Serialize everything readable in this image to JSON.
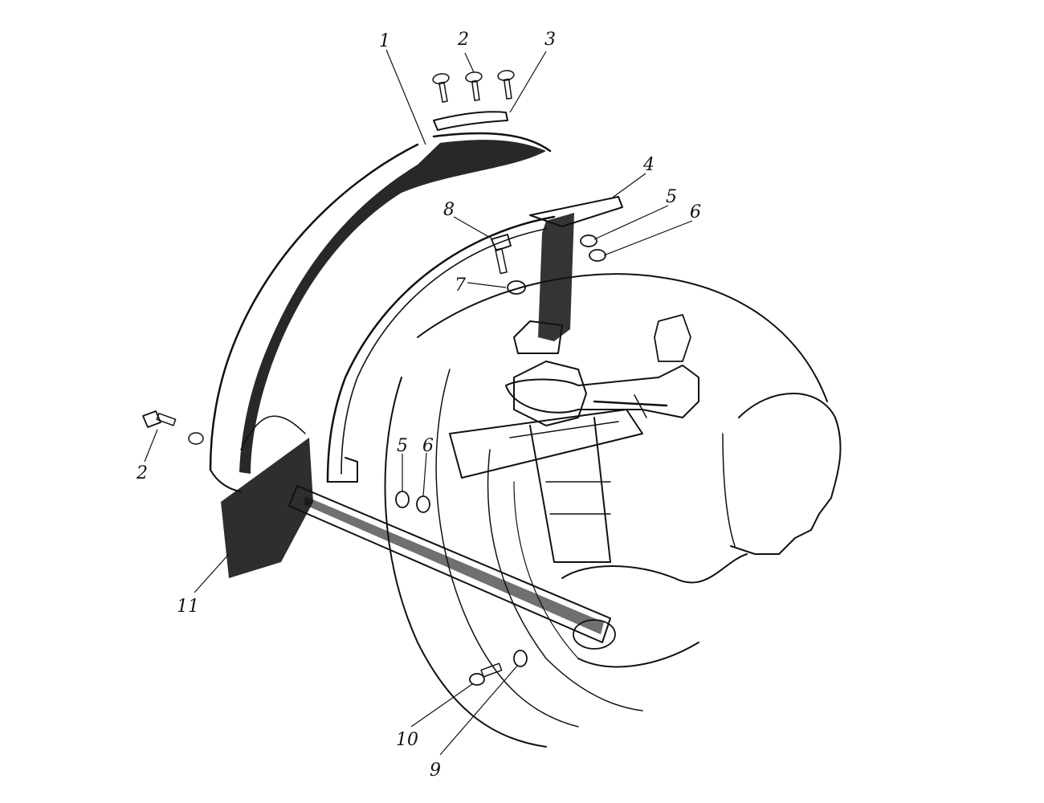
{
  "diagram": {
    "callouts": [
      {
        "id": "c1",
        "label": "1"
      },
      {
        "id": "c2a",
        "label": "2"
      },
      {
        "id": "c3",
        "label": "3"
      },
      {
        "id": "c4",
        "label": "4"
      },
      {
        "id": "c5a",
        "label": "5"
      },
      {
        "id": "c6a",
        "label": "6"
      },
      {
        "id": "c7",
        "label": "7"
      },
      {
        "id": "c8",
        "label": "8"
      },
      {
        "id": "c2b",
        "label": "2"
      },
      {
        "id": "c5b",
        "label": "5"
      },
      {
        "id": "c6b",
        "label": "6"
      },
      {
        "id": "c11",
        "label": "11"
      },
      {
        "id": "c10",
        "label": "10"
      },
      {
        "id": "c9",
        "label": "9"
      }
    ]
  }
}
